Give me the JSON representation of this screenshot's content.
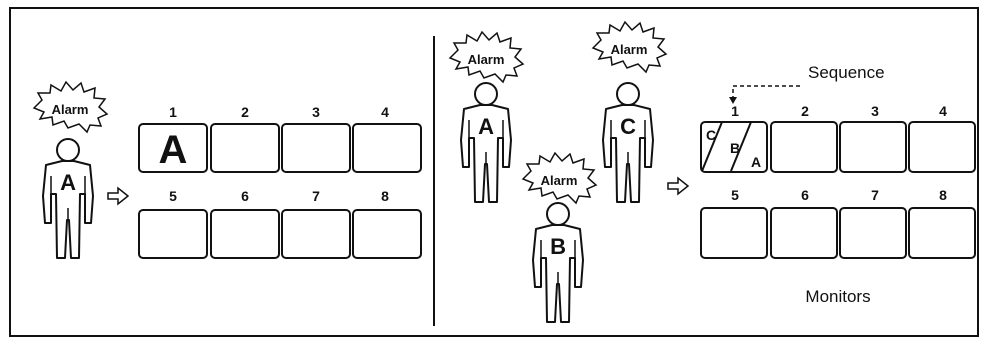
{
  "alarm_text": "Alarm",
  "left_panel": {
    "person_letter": "A",
    "monitor_numbers": [
      "1",
      "2",
      "3",
      "4",
      "5",
      "6",
      "7",
      "8"
    ],
    "monitor_1_content": "A"
  },
  "right_panel": {
    "person_letters": [
      "A",
      "C",
      "B"
    ],
    "monitor_numbers": [
      "1",
      "2",
      "3",
      "4",
      "5",
      "6",
      "7",
      "8"
    ],
    "sequence_label": "Sequence",
    "monitors_label": "Monitors",
    "sequence_letters": [
      "C",
      "B",
      "A"
    ]
  }
}
